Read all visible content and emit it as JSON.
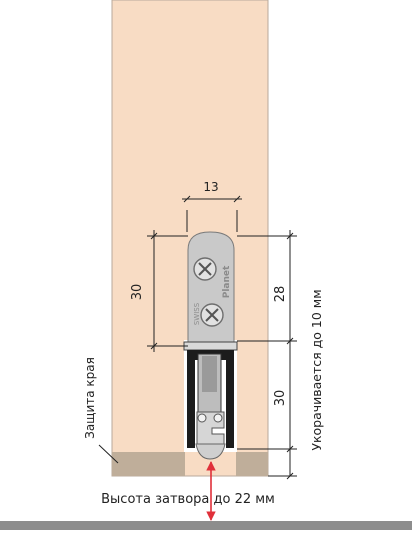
{
  "dimensions": {
    "width": "13",
    "plate_height": "30",
    "mount_height": "28",
    "lower_height": "30"
  },
  "labels": {
    "edge_protection": "Защита края",
    "shortening": "Укорачивается до 10 мм",
    "gap_height": "Высота затвора до 22 мм"
  },
  "logo": {
    "brand": "Planet",
    "swiss": "SWISS"
  },
  "colors": {
    "door": "#f8dcc4",
    "door_outline": "#b8a99b",
    "edge_strip": "#bfae9a",
    "floor": "#8d8d8d",
    "plate": "#c8c8c8",
    "profile": "#1c1c1c",
    "arrow": "#e0303a"
  }
}
